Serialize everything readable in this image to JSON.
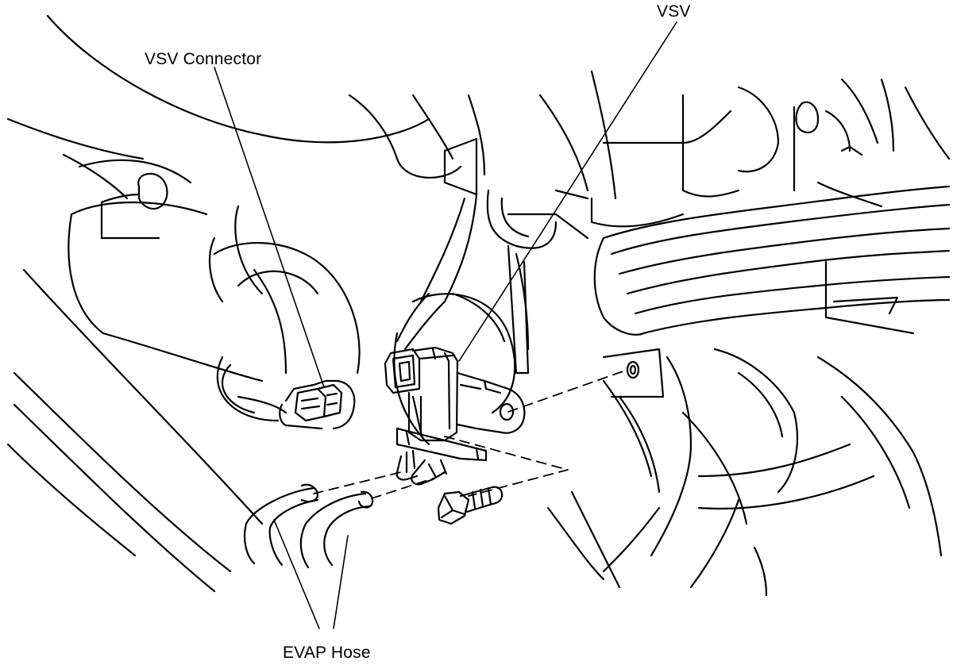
{
  "labels": {
    "vsv": "VSV",
    "vsv_connector": "VSV Connector",
    "evap_hose": "EVAP Hose"
  },
  "style": {
    "line_color": "#000000",
    "background": "#ffffff"
  }
}
